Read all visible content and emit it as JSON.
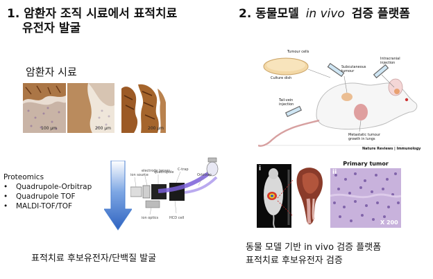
{
  "left": {
    "heading_line1": "1. 암환자 조직 시료에서 표적치료",
    "heading_line2": "유전자 발굴",
    "patient_sample_label": "암환자 시료",
    "scale_labels": [
      "100 µm",
      "200 µm",
      "200 µm"
    ],
    "proteomics_title": "Proteomics",
    "proteomics_items": [
      "Quadrupole-Orbitrap",
      "Quadrupole TOF",
      "MALDI-TOF/TOF"
    ],
    "footer": "표적치료 후보유전자/단백질 발굴"
  },
  "right": {
    "heading_prefix": "2. 동물모델 ",
    "heading_italic": "in vivo",
    "heading_suffix": " 검증 플랫폼",
    "diagram_labels": {
      "tumour_cells": "Tumour cells",
      "culture_dish": "Culture dish",
      "subcutaneous": "Subcutaneous tumour",
      "intracranial": "Intracranial injection",
      "tail_vein": "Tail-vein injection",
      "metastatic": "Metastatic tumour growth in lungs",
      "credit": "Nature Reviews | Immunology"
    },
    "panel_i": "i",
    "panel_ii": "ii",
    "primary_tumor": "Primary tumor",
    "magnification": "X 200",
    "footer_line1": "동물 모델 기반 in vivo 검증 플랫폼",
    "footer_line2": "표적치료 후보유전자 검증"
  },
  "colors": {
    "arrow_blue": "#4a7fd0",
    "stain_brown": "#a0642e",
    "he_purple": "#a78ac8",
    "laser_purple": "#7a5fd8"
  }
}
